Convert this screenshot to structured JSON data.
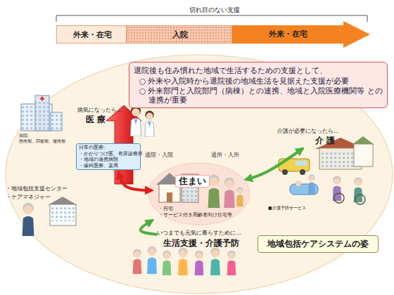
{
  "diagram": {
    "title": "地域包括ケアシステムの姿",
    "nodes": [
      {
        "text": [
          "外来・在宅"
        ]
      },
      {
        "text": [
          "入院"
        ]
      },
      {
        "text": [
          "外来・在宅"
        ]
      },
      {
        "text": [
          "退院後も住み慣れた地域で生活するための支援として、",
          "○ 外来や入院時から退院後の地域生活を見据えた支援が必要",
          "○ 外来部門と入院部門（病棟）との連携、地域と入院医療機関等 との連携が重要"
        ]
      },
      {
        "text": [
          "病気になったら…",
          "医 療"
        ]
      },
      {
        "text": [
          "日常の医療:",
          "・かかりつけ医、有床診療所",
          "・地域の連携病院",
          "・歯科医療、薬局"
        ],
        "in": 4
      },
      {
        "text": [
          "住まい",
          "・自宅",
          "・サービス付き高齢者向け住宅等"
        ]
      },
      {
        "text": [
          "介護が必要になったら…",
          "介 護"
        ]
      },
      {
        "text": [
          "いつまでも元気に暮らすために…",
          "生活支援・介護予防"
        ]
      }
    ],
    "edges": [
      {
        "from": 6,
        "to": 4,
        "label": "通院・入院",
        "arrow": "both"
      },
      {
        "from": 6,
        "to": 7,
        "label": "通所・入所",
        "arrow": "both"
      },
      {
        "from": 8,
        "to": 6,
        "arrow": "to"
      }
    ],
    "labels": [
      "切れ目のない支援",
      "病院:",
      "急性期、回復期、慢性期",
      "・地域包括支援センター",
      "・ケアマネジャー",
      "■介護予防サービス"
    ]
  }
}
